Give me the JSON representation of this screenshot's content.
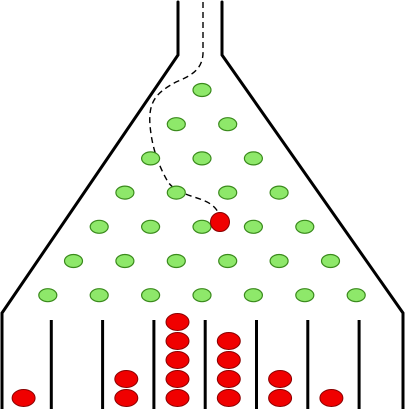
{
  "diagram": {
    "kind": "galton-board",
    "colors": {
      "background": "#ffffff",
      "outline": "#000000",
      "peg_fill": "#8ee86a",
      "peg_stroke": "#3a8a1c",
      "ball_fill": "#f00000",
      "ball_stroke": "#8a0000",
      "path_stroke": "#000000"
    },
    "peg_rows": [
      1,
      2,
      3,
      4,
      5,
      6,
      7
    ],
    "bin_ball_counts": [
      1,
      0,
      2,
      5,
      4,
      2,
      1,
      0
    ],
    "falling_balls": 1,
    "path_style": "dashed"
  }
}
